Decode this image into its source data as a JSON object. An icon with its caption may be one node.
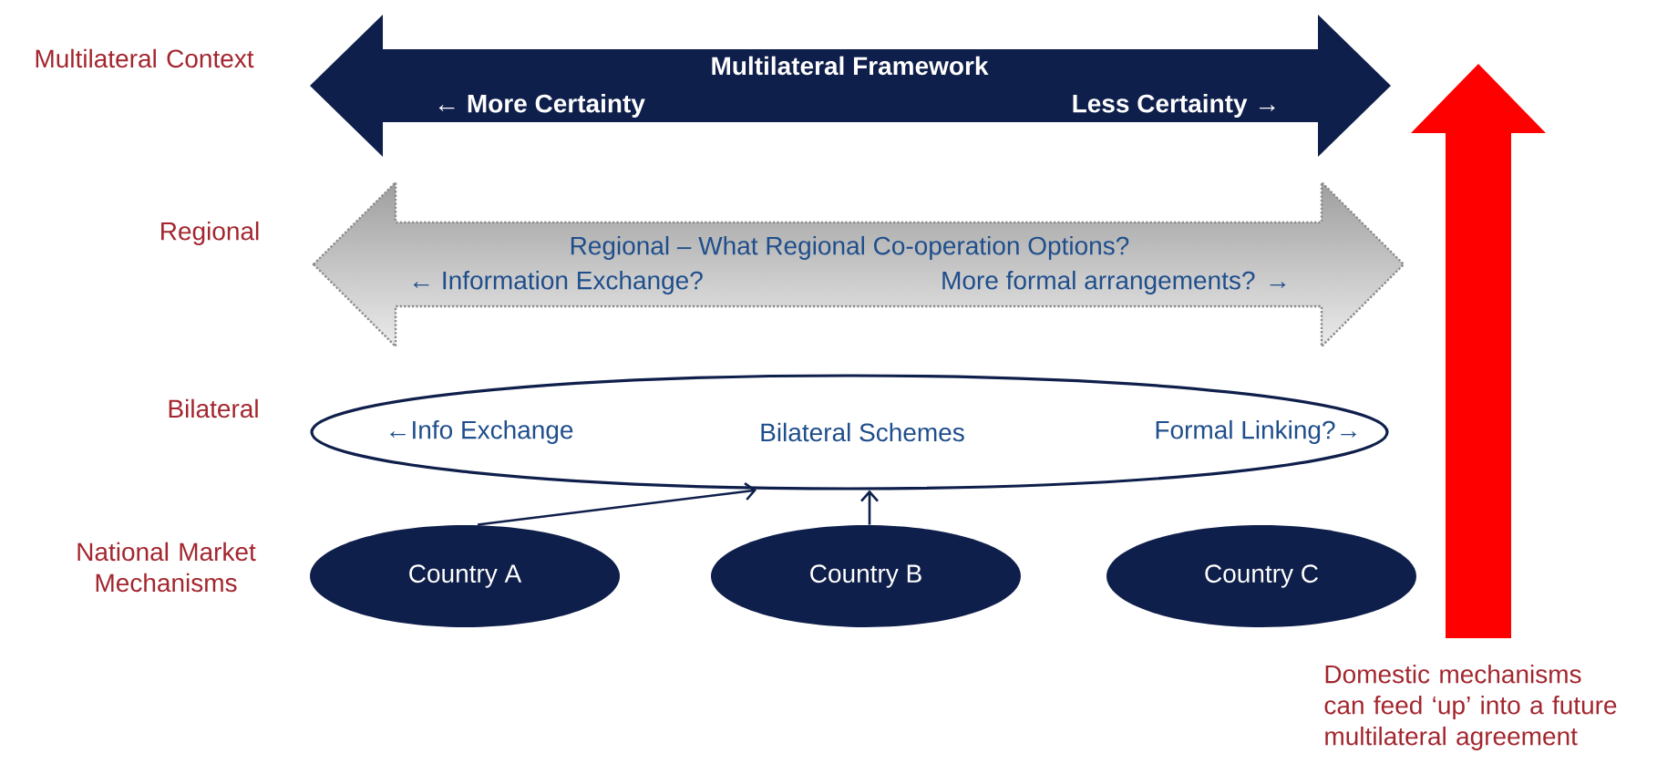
{
  "diagram": {
    "nodes": [
      {
        "text": [
          "Multilateral Framework",
          "← More Certainty",
          "Less Certainty →"
        ]
      },
      {
        "text": [
          "Regional –  What Regional Co-operation Options?",
          "← Information Exchange?",
          "More formal arrangements? →"
        ]
      },
      {
        "text": [
          "←Info Exchange",
          "Bilateral Schemes",
          "Formal Linking?→"
        ]
      },
      {
        "text": [
          "Country A"
        ]
      },
      {
        "text": [
          "Country B"
        ]
      },
      {
        "text": [
          "Country C"
        ]
      }
    ],
    "edges": [
      {
        "from": 3,
        "to": 2,
        "arrow": "to"
      },
      {
        "from": 4,
        "to": 2,
        "arrow": "to"
      }
    ],
    "labels": [
      "Multilateral Context",
      "Regional",
      "Bilateral",
      "National Market Mechanisms",
      "Domestic mechanisms can feed ‘up’ into a future multilateral agreement"
    ]
  }
}
